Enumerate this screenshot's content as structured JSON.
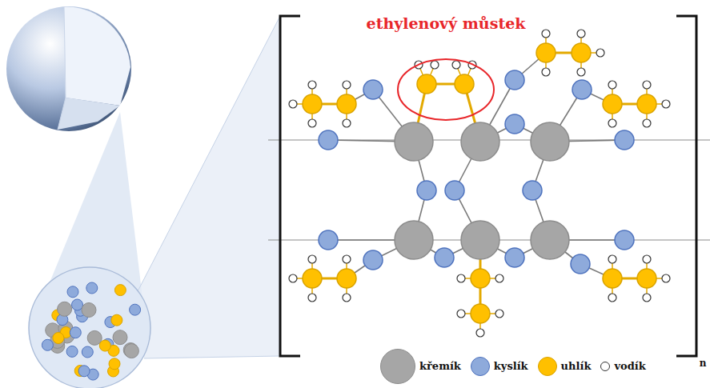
{
  "diagram": {
    "labels": [
      "ethylenový můstek",
      "n"
    ],
    "legend": [
      {
        "text": "křemík",
        "color": "#a6a6a6"
      },
      {
        "text": "kyslík",
        "color": "#8eaadb"
      },
      {
        "text": "uhlík",
        "color": "#ffc000"
      },
      {
        "text": "vodík",
        "color": "#ffffff"
      }
    ]
  }
}
